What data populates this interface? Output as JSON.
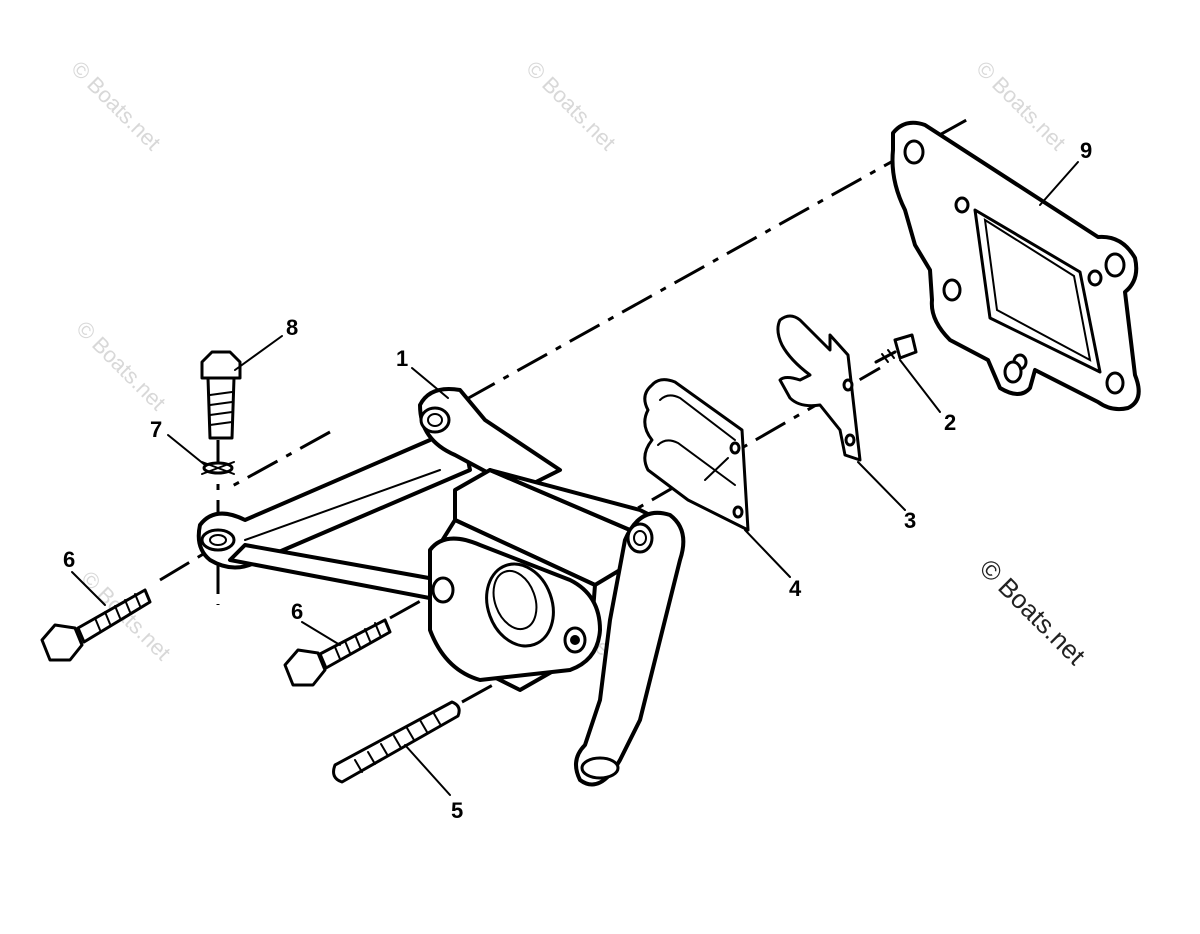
{
  "watermarks": [
    "© Boats.net",
    "© Boats.net",
    "© Boats.net",
    "© Boats.net",
    "© Boats.net",
    "© Boats.net"
  ],
  "watermark_main": "© Boats.net",
  "callouts": [
    "1",
    "2",
    "3",
    "4",
    "5",
    "6",
    "6",
    "7",
    "8",
    "9"
  ],
  "colors": {
    "line": "#000000",
    "background": "#ffffff",
    "watermark": "#d8d8d8"
  }
}
